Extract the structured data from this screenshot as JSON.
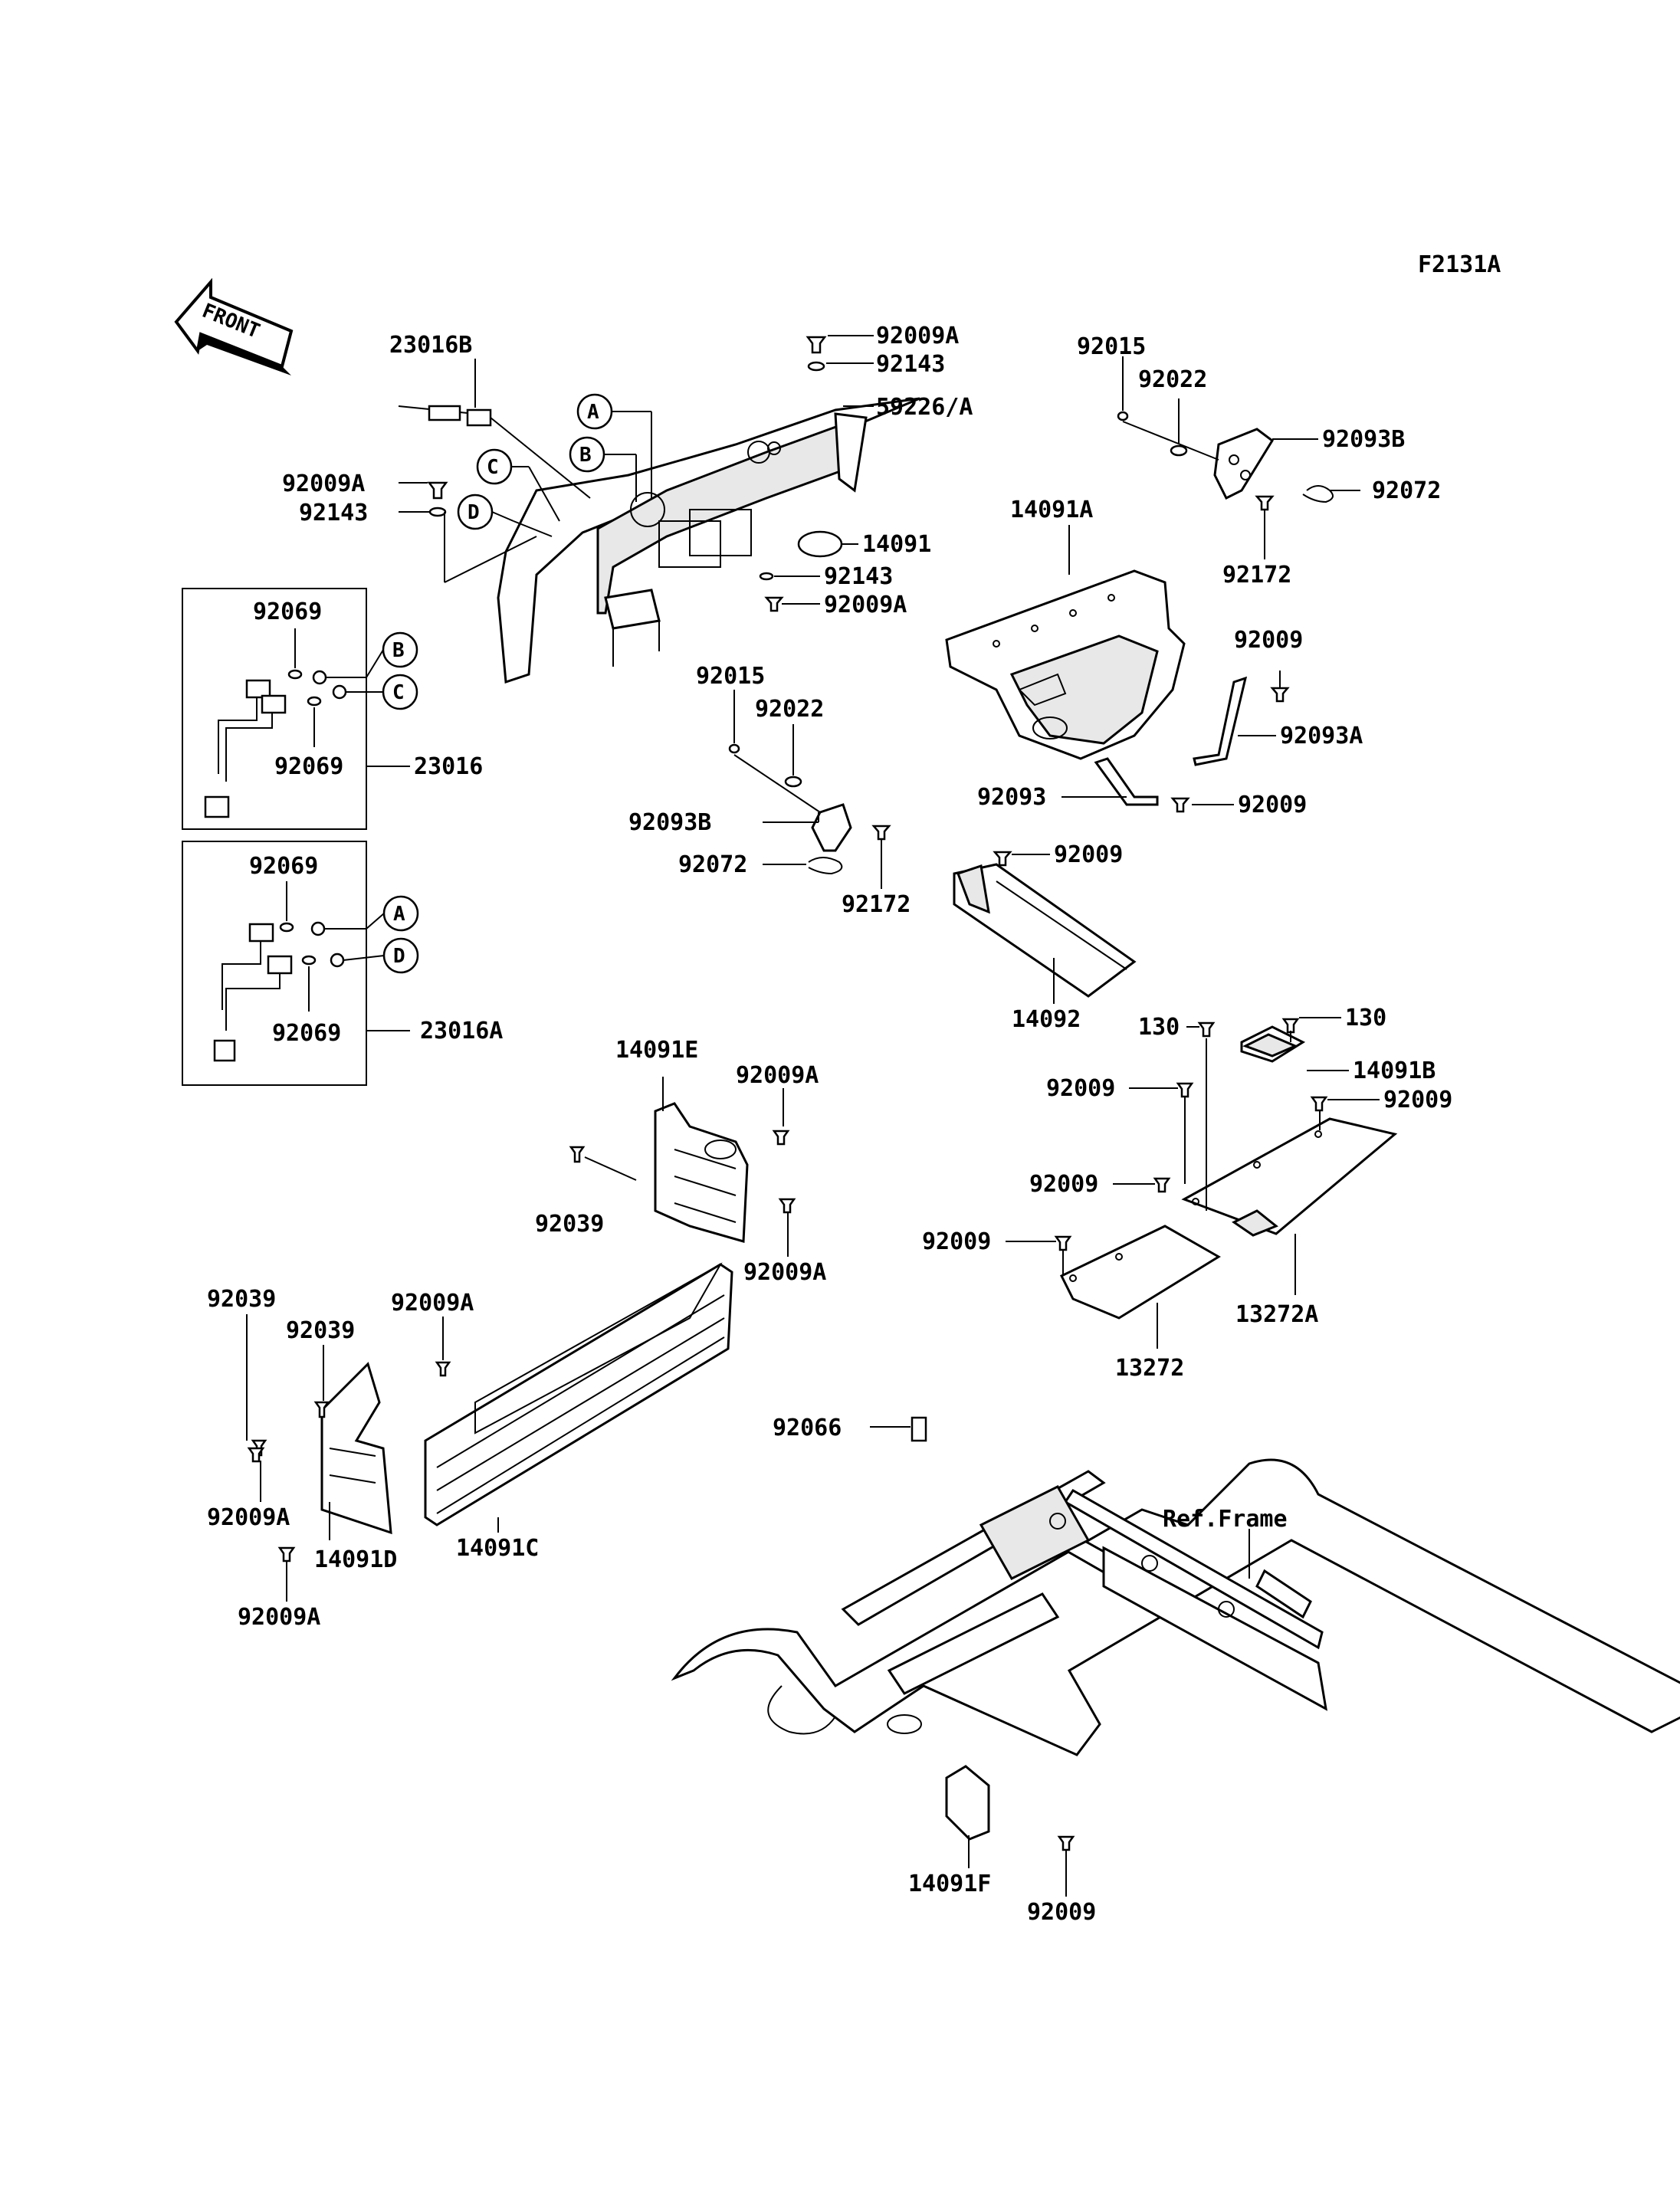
{
  "diagram_code": "F2131A",
  "front_label": "FRONT",
  "callouts": [
    "A",
    "B",
    "C",
    "D"
  ],
  "parts": {
    "p92009A_top": "92009A",
    "p92143_top": "92143",
    "p59226A": "59226/A",
    "p23016B": "23016B",
    "p92009A_left": "92009A",
    "p92143_left": "92143",
    "p14091": "14091",
    "p92143_mid": "92143",
    "p92009A_mid": "92009A",
    "p92015_r": "92015",
    "p92022_r": "92022",
    "p92093B_r": "92093B",
    "p92072_r": "92072",
    "p92172_r": "92172",
    "p14091A": "14091A",
    "p92009_a": "92009",
    "p92093A": "92093A",
    "p92093": "92093",
    "p92009_b": "92009",
    "p92015_m": "92015",
    "p92022_m": "92022",
    "p92093B_m": "92093B",
    "p92072_m": "92072",
    "p92172_m": "92172",
    "p92009_c": "92009",
    "p14092": "14092",
    "p92069_1": "92069",
    "p92069_2": "92069",
    "p23016": "23016",
    "p92069_3": "92069",
    "p92069_4": "92069",
    "p23016A": "23016A",
    "p130_r": "130",
    "p130_l": "130",
    "p14091B": "14091B",
    "p92009_d": "92009",
    "p92009_e": "92009",
    "p92009_f": "92009",
    "p92009_g": "92009",
    "p13272A": "13272A",
    "p13272": "13272",
    "p14091E": "14091E",
    "p92009A_e1": "92009A",
    "p92039_e": "92039",
    "p92009A_e2": "92009A",
    "p92039_d1": "92039",
    "p92039_d2": "92039",
    "p92009A_c": "92009A",
    "p92009A_d1": "92009A",
    "p14091D": "14091D",
    "p14091C": "14091C",
    "p92009A_d2": "92009A",
    "p92066": "92066",
    "ref_frame": "Ref.Frame",
    "p14091F": "14091F",
    "p92009_h": "92009"
  }
}
